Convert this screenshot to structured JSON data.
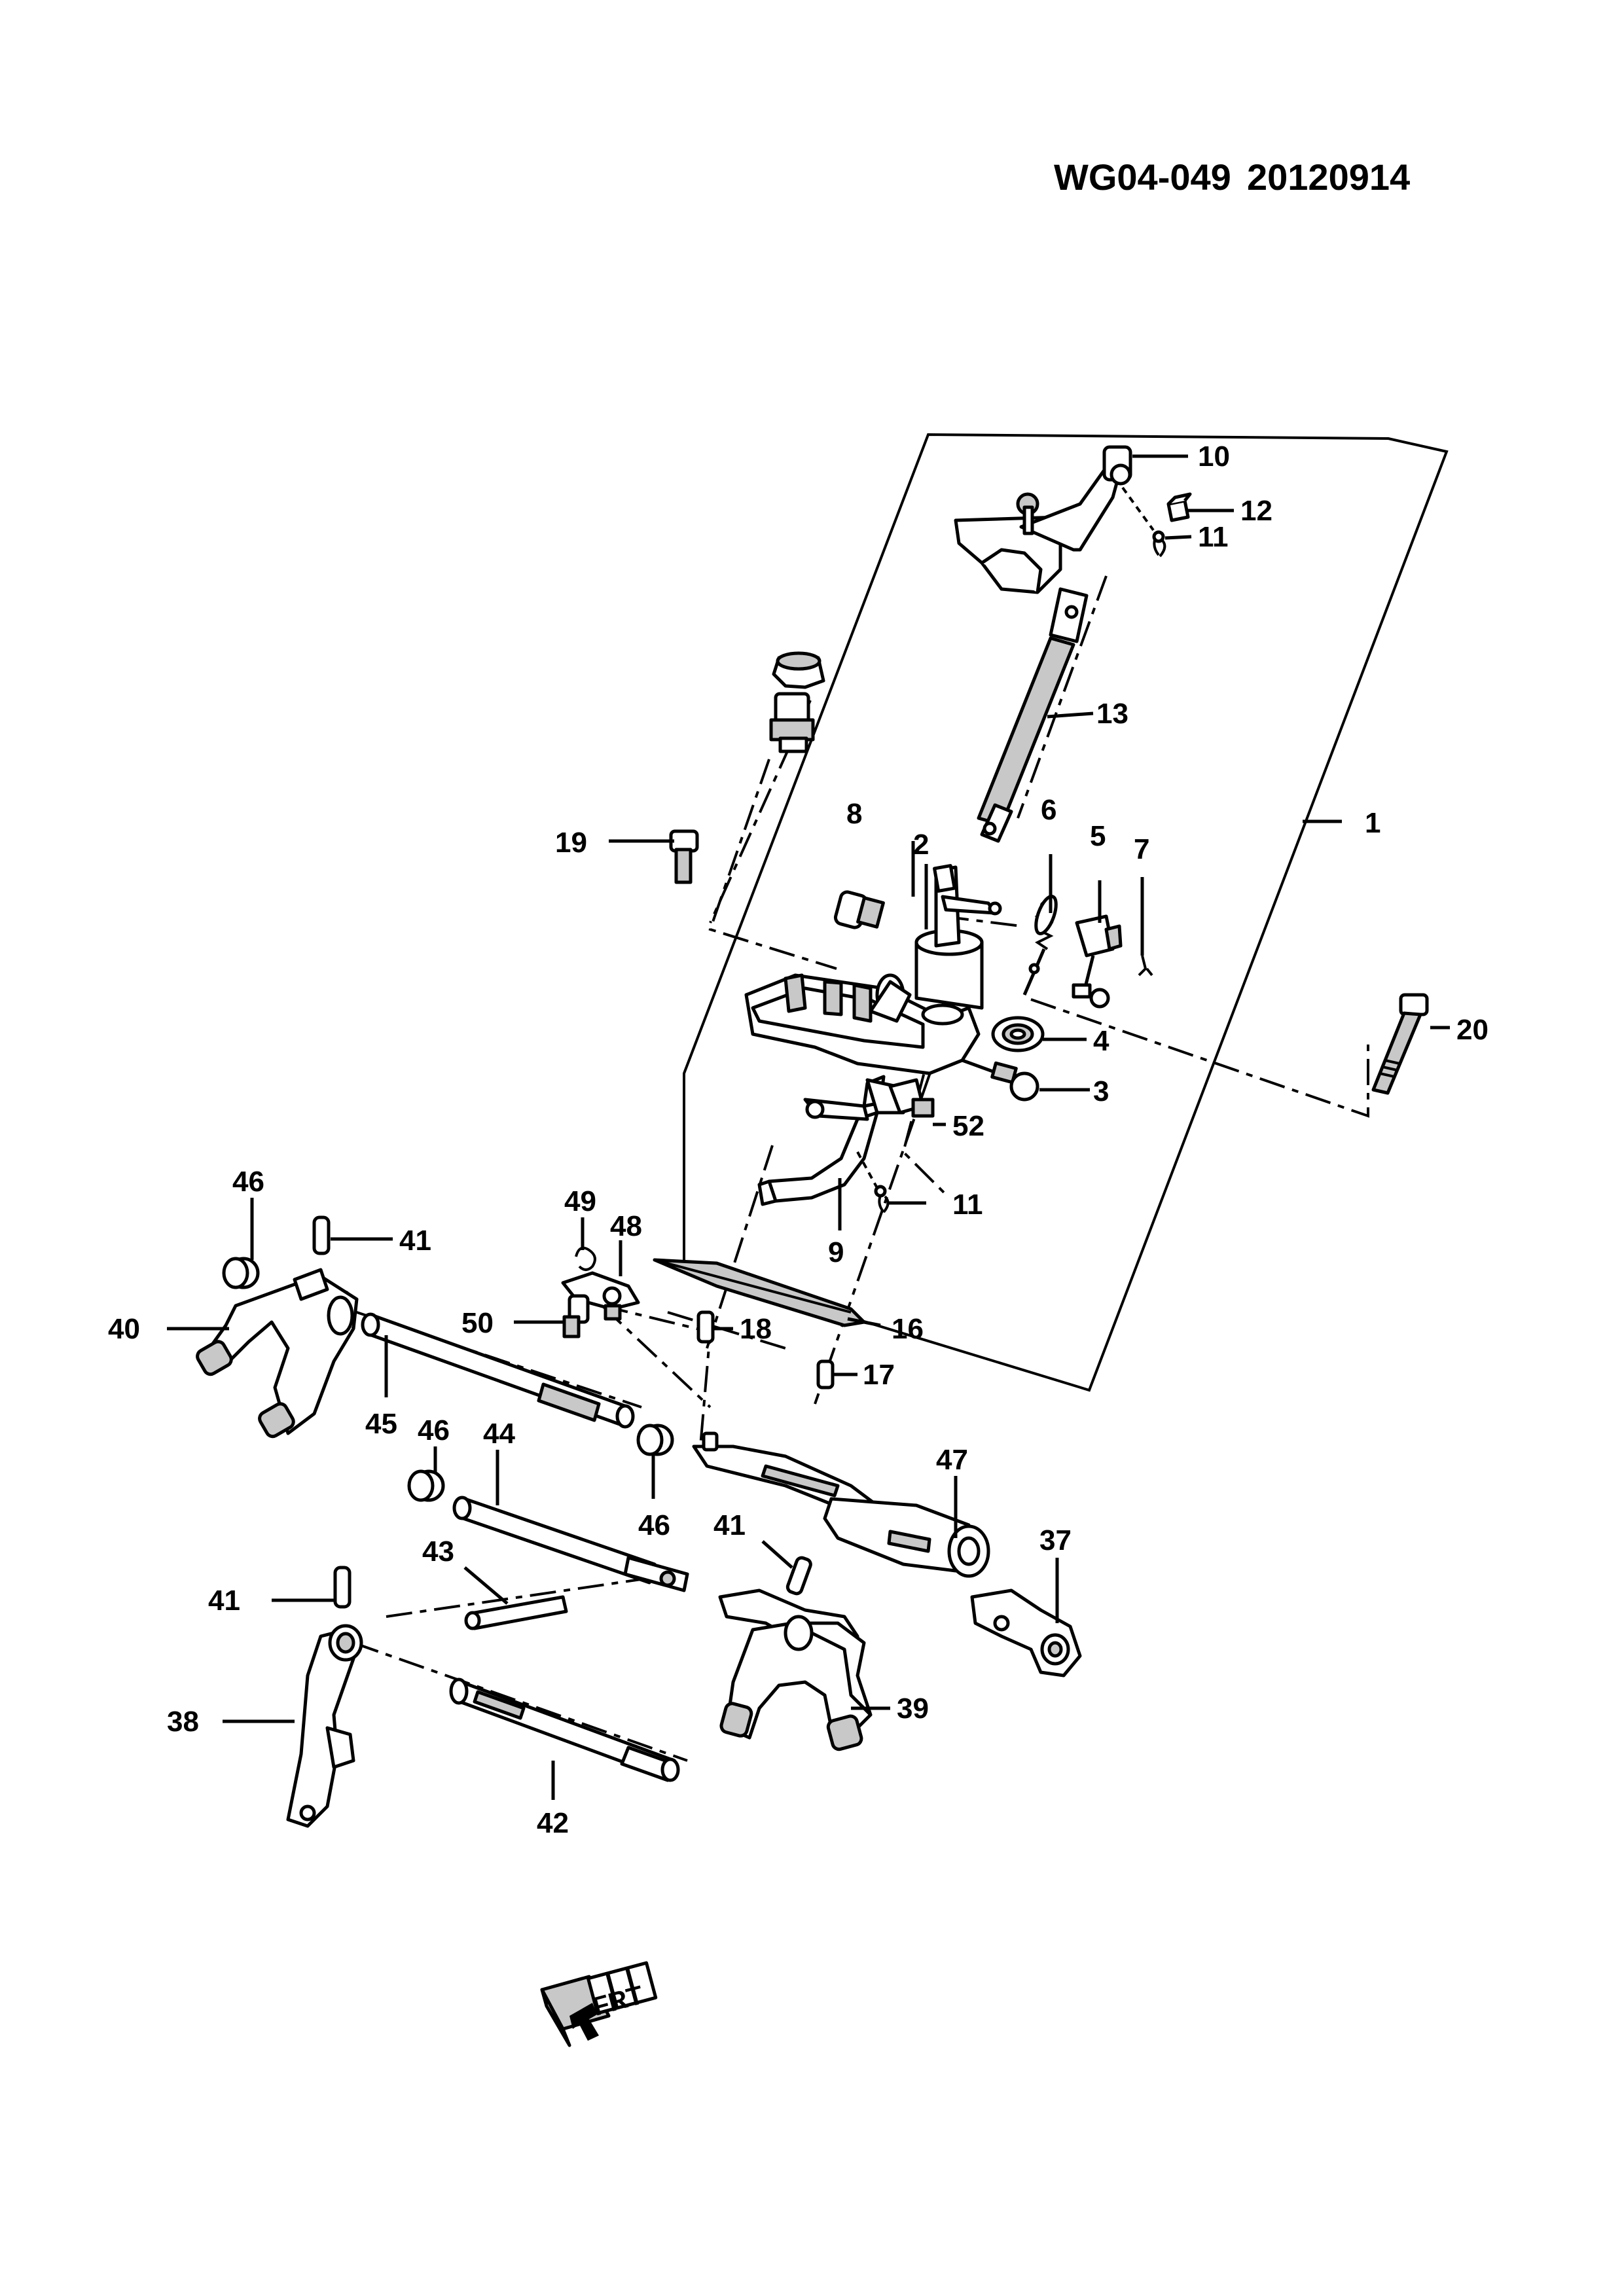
{
  "header": {
    "code": "WG04-049",
    "date": "20120914"
  },
  "callouts": {
    "c1": "1",
    "c2": "2",
    "c3": "3",
    "c4": "4",
    "c5": "5",
    "c6": "6",
    "c7": "7",
    "c8": "8",
    "c9": "9",
    "c10": "10",
    "c11a": "11",
    "c11b": "11",
    "c12": "12",
    "c13": "13",
    "c16": "16",
    "c17": "17",
    "c18": "18",
    "c19": "19",
    "c20": "20",
    "c37": "37",
    "c38": "38",
    "c39": "39",
    "c40": "40",
    "c41a": "41",
    "c41b": "41",
    "c41c": "41",
    "c42": "42",
    "c43": "43",
    "c44": "44",
    "c45": "45",
    "c46a": "46",
    "c46b": "46",
    "c46c": "46",
    "c47": "47",
    "c48": "48",
    "c49": "49",
    "c50": "50",
    "c52": "52"
  },
  "direction_marker": {
    "text": "FRT"
  }
}
